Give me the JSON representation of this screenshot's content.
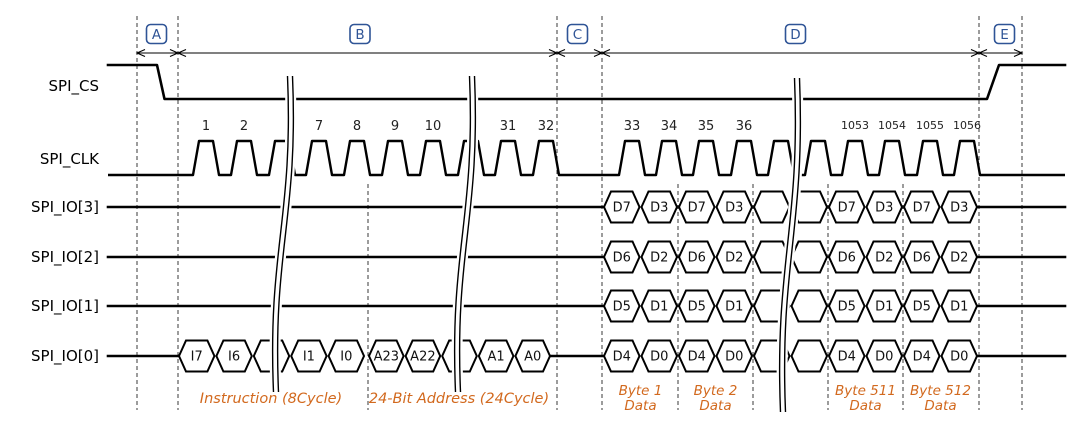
{
  "signals": {
    "labels": [
      "SPI_CS",
      "SPI_CLK",
      "SPI_IO[3]",
      "SPI_IO[2]",
      "SPI_IO[1]",
      "SPI_IO[0]"
    ]
  },
  "phases": [
    "A",
    "B",
    "C",
    "D",
    "E"
  ],
  "clock_labels": [
    "1",
    "2",
    "7",
    "8",
    "9",
    "10",
    "31",
    "32",
    "33",
    "34",
    "35",
    "36",
    "1053",
    "1054",
    "1055",
    "1056"
  ],
  "io0_cells": {
    "instruction": [
      "I7",
      "I6",
      "I1",
      "I0"
    ],
    "address": [
      "A23",
      "A22",
      "A1",
      "A0"
    ]
  },
  "data_bits": {
    "io3": [
      "D7",
      "D3"
    ],
    "io2": [
      "D6",
      "D2"
    ],
    "io1": [
      "D5",
      "D1"
    ],
    "io0": [
      "D4",
      "D0"
    ]
  },
  "annotations": {
    "instruction": "Instruction (8Cycle)",
    "address": "24-Bit Address (24Cycle)",
    "bytes": [
      {
        "line1": "Byte 1",
        "line2": "Data"
      },
      {
        "line1": "Byte 2",
        "line2": "Data"
      },
      {
        "line1": "Byte 511",
        "line2": "Data"
      },
      {
        "line1": "Byte 512",
        "line2": "Data"
      }
    ]
  },
  "colors": {
    "phase_marker_blue": "#2f5496",
    "annotation_orange": "#d2691e",
    "signal_black": "#000000"
  }
}
